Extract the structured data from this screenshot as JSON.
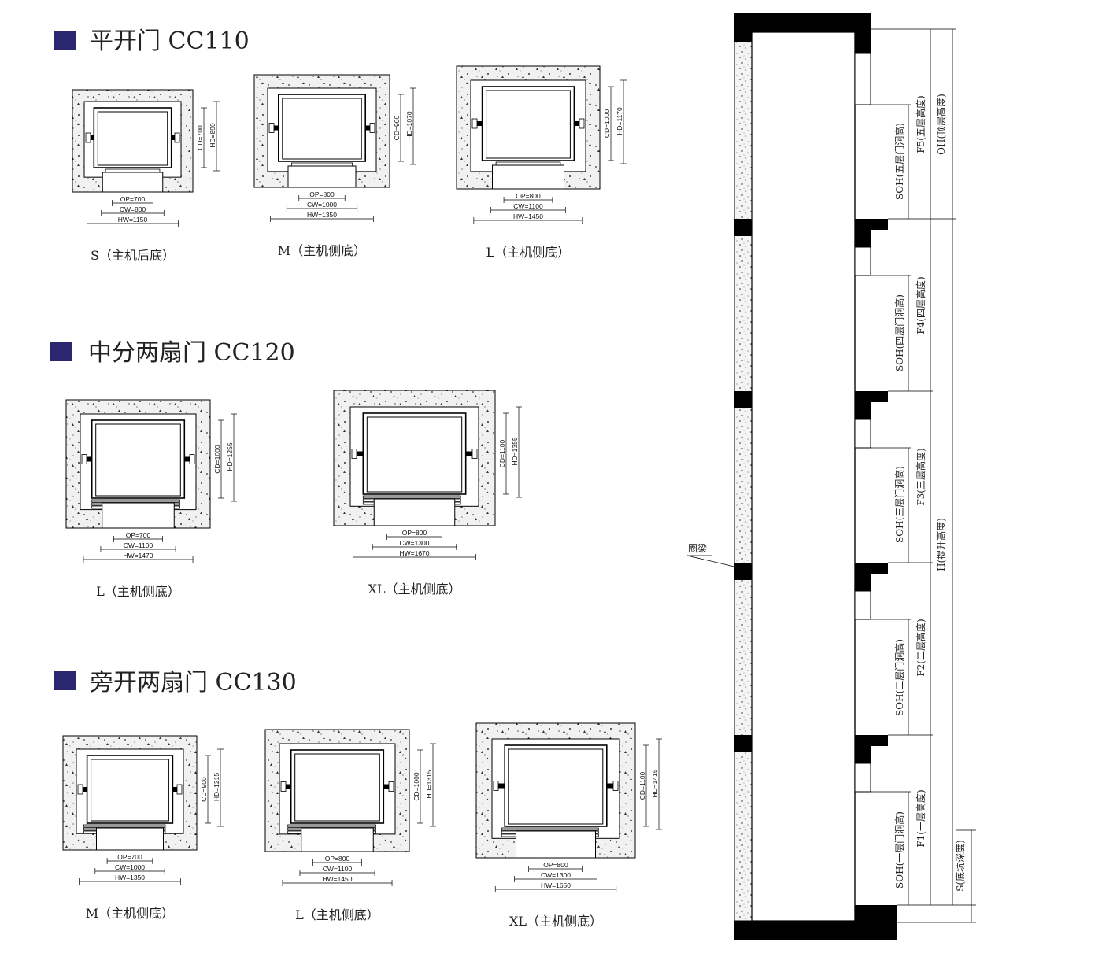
{
  "colors": {
    "marker": "#2b2670",
    "concrete": "#f1f1f1",
    "speckle": "#333333",
    "wall": "#000000"
  },
  "sections": [
    {
      "title": "平开门 CC110",
      "layouts": [
        {
          "caption": "S（主机后底）",
          "op": "OP=700",
          "cw": "CW=800",
          "hw": "HW=1150",
          "cd": "CD=700",
          "hd": "HD=890",
          "door": "single"
        },
        {
          "caption": "M（主机侧底）",
          "op": "OP=800",
          "cw": "CW=1000",
          "hw": "HW=1350",
          "cd": "CD=900",
          "hd": "HD=1070",
          "door": "single"
        },
        {
          "caption": "L（主机侧底）",
          "op": "OP=800",
          "cw": "CW=1100",
          "hw": "HW=1450",
          "cd": "CD=1000",
          "hd": "HD=1170",
          "door": "single"
        }
      ]
    },
    {
      "title": "中分两扇门 CC120",
      "layouts": [
        {
          "caption": "L（主机侧底）",
          "op": "OP=700",
          "cw": "CW=1100",
          "hw": "HW=1470",
          "cd": "CD=1000",
          "hd": "HD=1255",
          "door": "center"
        },
        {
          "caption": "XL（主机侧底）",
          "op": "OP=800",
          "cw": "CW=1300",
          "hw": "HW=1670",
          "cd": "CD=1100",
          "hd": "HD=1355",
          "door": "center"
        }
      ]
    },
    {
      "title": "旁开两扇门 CC130",
      "layouts": [
        {
          "caption": "M（主机侧底）",
          "op": "OP=700",
          "cw": "CW=1000",
          "hw": "HW=1350",
          "cd": "CD=900",
          "hd": "HD=1215",
          "door": "side"
        },
        {
          "caption": "L（主机侧底）",
          "op": "OP=800",
          "cw": "CW=1100",
          "hw": "HW=1450",
          "cd": "CD=1000",
          "hd": "HD=1315",
          "door": "side"
        },
        {
          "caption": "XL（主机侧底）",
          "op": "OP=800",
          "cw": "CW=1300",
          "hw": "HW=1650",
          "cd": "CD=1100",
          "hd": "HD=1415",
          "door": "side"
        }
      ]
    }
  ],
  "shaft": {
    "ring_beam": "圈梁",
    "labels": {
      "oh": "OH(顶层高度)",
      "h": "H(提升高度)",
      "s": "S(底坑深度)",
      "f5": "F5(五层高度)",
      "soh5": "SOH(五层门洞高)",
      "f4": "F4(四层高度)",
      "soh4": "SOH(四层门洞高)",
      "f3": "F3(三层高度)",
      "soh3": "SOH(三层门洞高)",
      "f2": "F2(二层高度)",
      "soh2": "SOH(二层门洞高)",
      "f1": "F1(一层高度)",
      "soh1": "SOH(一层门洞高)"
    }
  }
}
